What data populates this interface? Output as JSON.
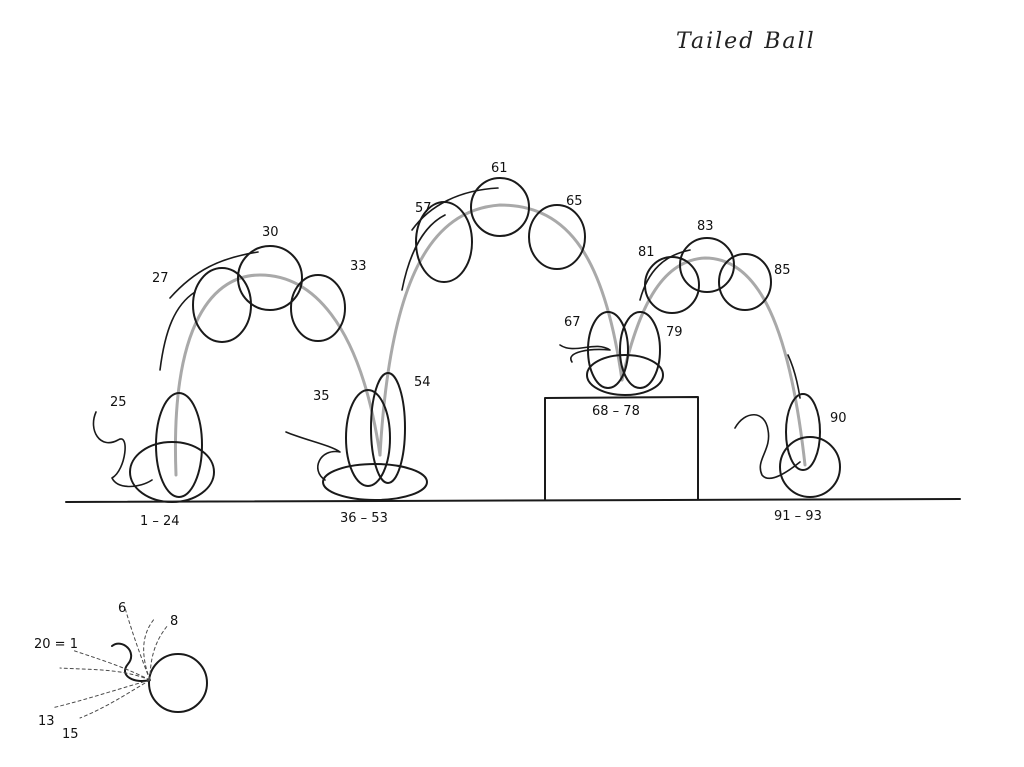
{
  "title": "Tailed Ball",
  "ball_labels": [
    "25",
    "27",
    "30",
    "33",
    "35",
    "54",
    "57",
    "61",
    "65",
    "67",
    "79",
    "81",
    "83",
    "85",
    "90"
  ],
  "range_labels": [
    "1 – 24",
    "36 – 53",
    "68 – 78",
    "91 – 93"
  ],
  "tail_labels": [
    "6",
    "8",
    "20 = 1",
    "13",
    "15"
  ]
}
